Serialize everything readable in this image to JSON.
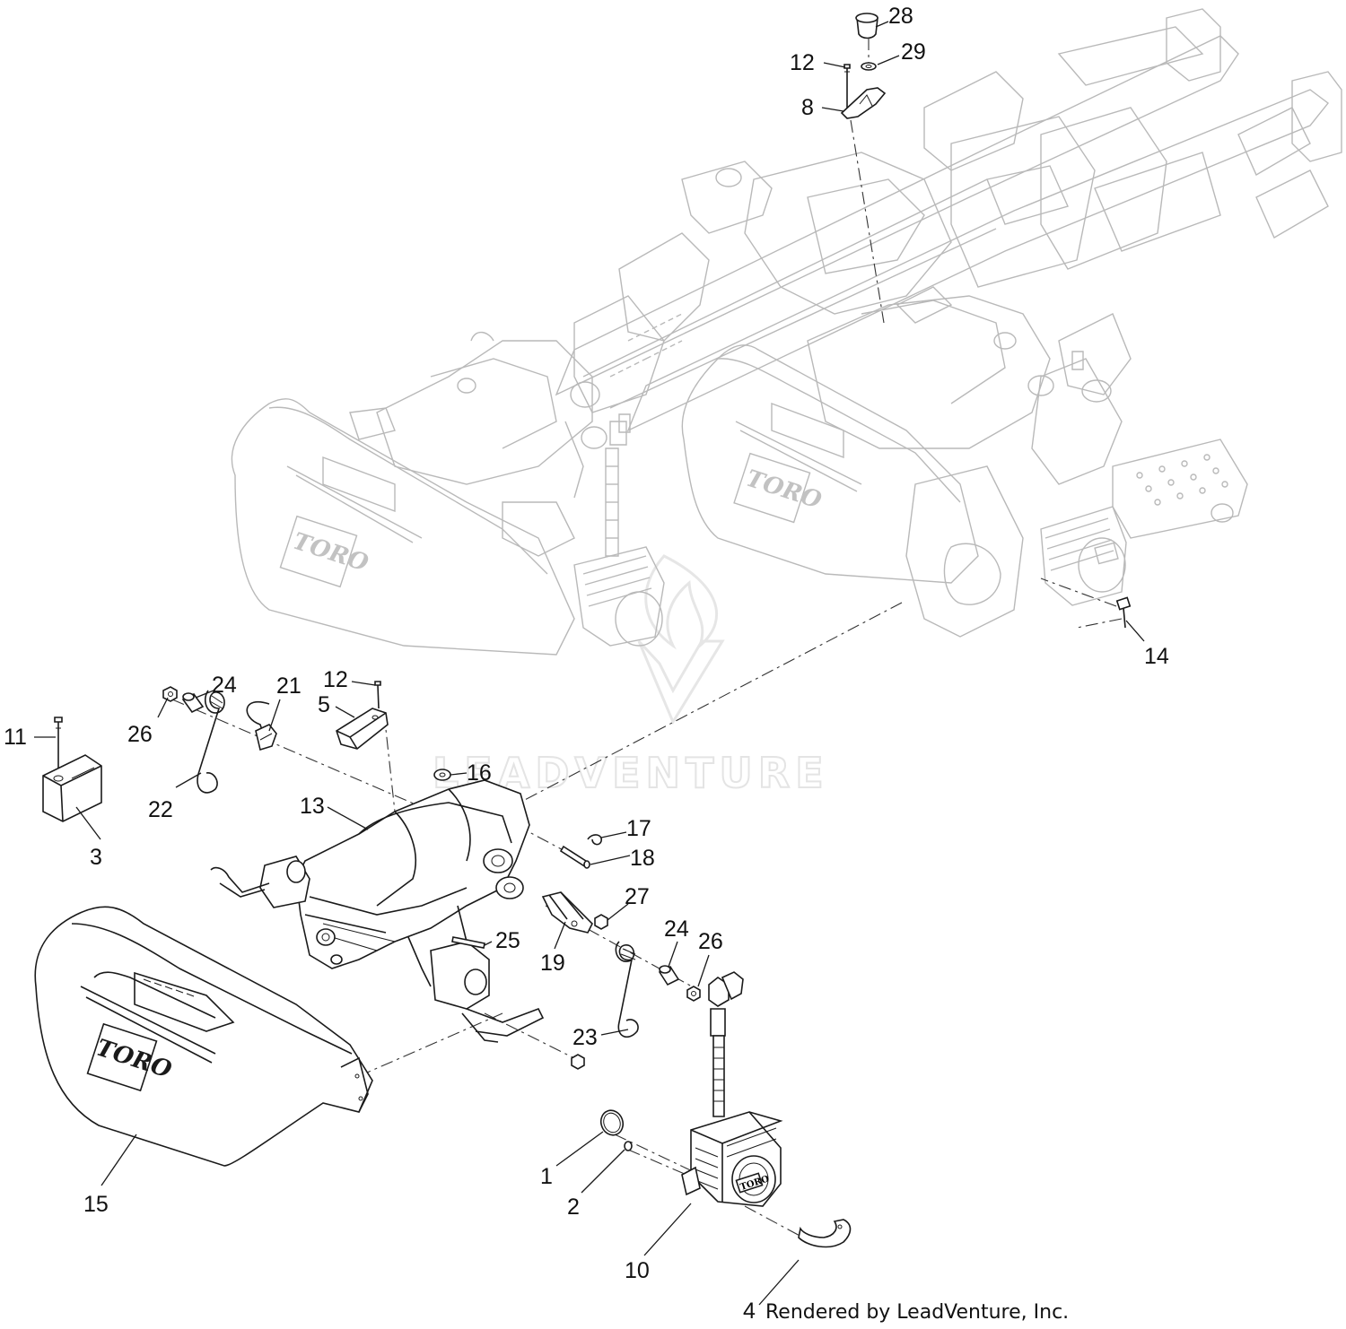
{
  "callouts": [
    {
      "id": "c28",
      "text": "28"
    },
    {
      "id": "c29",
      "text": "29"
    },
    {
      "id": "c12a",
      "text": "12"
    },
    {
      "id": "c8",
      "text": "8"
    },
    {
      "id": "c14",
      "text": "14"
    },
    {
      "id": "c24a",
      "text": "24"
    },
    {
      "id": "c21",
      "text": "21"
    },
    {
      "id": "c12b",
      "text": "12"
    },
    {
      "id": "c5",
      "text": "5"
    },
    {
      "id": "c11",
      "text": "11"
    },
    {
      "id": "c26a",
      "text": "26"
    },
    {
      "id": "c16",
      "text": "16"
    },
    {
      "id": "c22",
      "text": "22"
    },
    {
      "id": "c13",
      "text": "13"
    },
    {
      "id": "c17",
      "text": "17"
    },
    {
      "id": "c3",
      "text": "3"
    },
    {
      "id": "c18",
      "text": "18"
    },
    {
      "id": "c27",
      "text": "27"
    },
    {
      "id": "c24b",
      "text": "24"
    },
    {
      "id": "c26b",
      "text": "26"
    },
    {
      "id": "c25",
      "text": "25"
    },
    {
      "id": "c19",
      "text": "19"
    },
    {
      "id": "c23",
      "text": "23"
    },
    {
      "id": "c1",
      "text": "1"
    },
    {
      "id": "c2",
      "text": "2"
    },
    {
      "id": "c15",
      "text": "15"
    },
    {
      "id": "c10",
      "text": "10"
    },
    {
      "id": "c4",
      "text": "4"
    }
  ],
  "credit": "Rendered by LeadVenture, Inc.",
  "watermark": "LEADVENTURE",
  "logo_text": "TORO"
}
